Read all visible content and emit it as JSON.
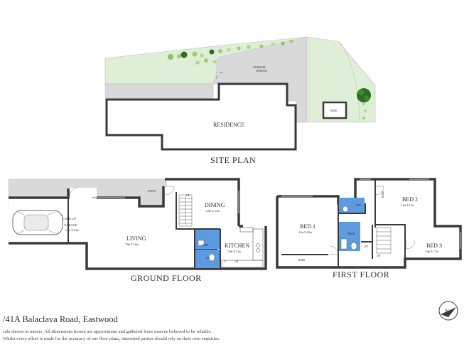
{
  "site_plan": {
    "title": "SITE PLAN",
    "residence": "RESIDENCE",
    "outdoor_terrace": [
      "OUTDOOR",
      "TERRACE"
    ],
    "shed": "SHED"
  },
  "ground_floor": {
    "title": "GROUND FLOOR",
    "entry": "ENTRY",
    "up": "UP",
    "lock_up_garage": [
      "LOCK UP",
      "GARAGE"
    ],
    "garage_dims": "5.4m X 3.0m",
    "living": "LIVING",
    "living_dims": "7.8m X 4.6m",
    "dining": "DINING",
    "dining_dims": "2.9m X 3.3m",
    "kitchen": "KITCHEN",
    "kitchen_dims": "2.9m X 2.3m",
    "ldry": "LDRY",
    "wc": "WC",
    "f": "F",
    "pantry": "UB"
  },
  "first_floor": {
    "title": "FIRST FLOOR",
    "bed1": "BED 1",
    "bed1_dims": "4.2m X 4.8m",
    "bed2": "BED 2",
    "bed2_dims": "3.3m X 3.1m",
    "bed3": "BED 3",
    "bed3_dims": "3.6m X 2.7m",
    "ens": "ENS",
    "bath": "BATH",
    "robe": "ROBE",
    "robe_side": "ROBE",
    "lin": "LIN",
    "dn": "DN"
  },
  "footer": {
    "address": "/41A Balaclava Road, Eastwood",
    "disclaimer_1": "cale shown in meters. All dimensions herein are approximate and gathered from sources believed to be reliable.",
    "disclaimer_2": "Whilst every effort is made for the accuracy of our floor plans, interested parties should rely on their own enquiries."
  },
  "colors": {
    "wall": "#3a3a3a",
    "paving": "#d9d9d9",
    "lawn": "#dfeed6",
    "wet_area": "#5d9be0",
    "tree": "#2f6b22",
    "shrub": "#8fc06a"
  },
  "icons": [
    "north-compass-icon",
    "car-icon",
    "stairs-icon",
    "tree-icon",
    "shrub-icon"
  ]
}
